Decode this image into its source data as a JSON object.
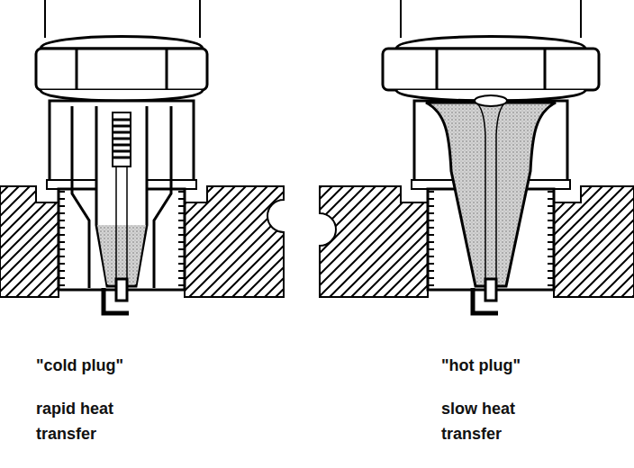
{
  "diagram": {
    "labels": [
      "\"cold plug\"",
      "rapid heat transfer",
      "\"hot plug\"",
      "slow heat transfer"
    ]
  }
}
